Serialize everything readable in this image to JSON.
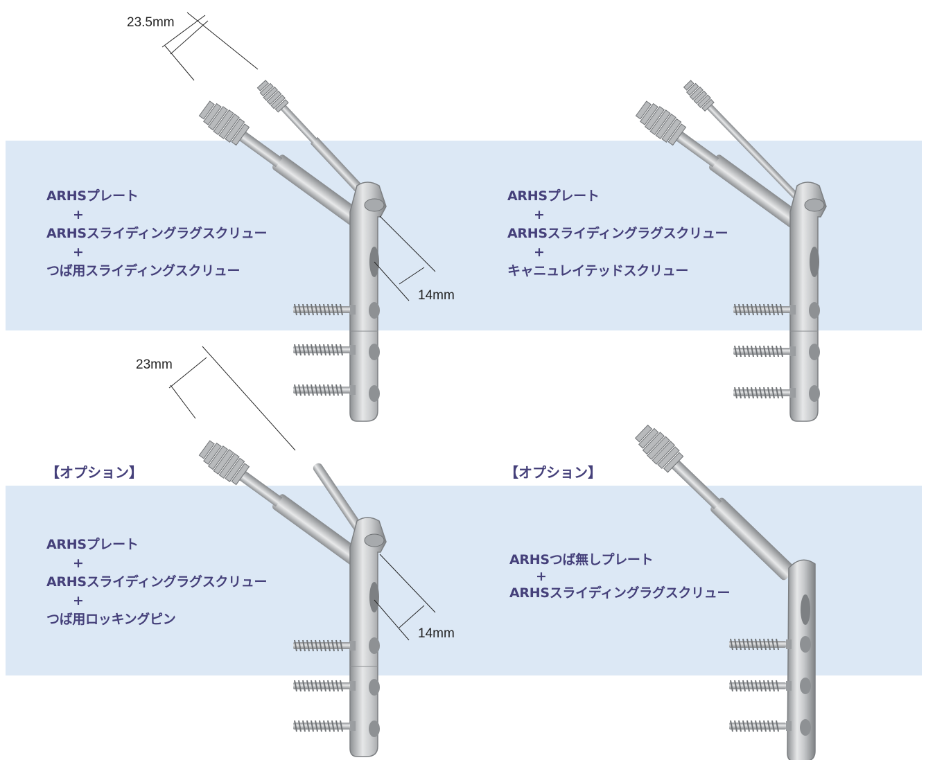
{
  "configs": [
    {
      "id": "c1",
      "lines": [
        "ARHSプレート",
        "+",
        "ARHSスライディングラグスクリュー",
        "+",
        "つば用スライディングスクリュー"
      ],
      "dims": [
        "23.5mm",
        "14mm"
      ]
    },
    {
      "id": "c2",
      "lines": [
        "ARHSプレート",
        "+",
        "ARHSスライディングラグスクリュー",
        "+",
        "キャニュレイテッドスクリュー"
      ],
      "dims": []
    },
    {
      "id": "c3",
      "option_label": "【オプション】",
      "lines": [
        "ARHSプレート",
        "+",
        "ARHSスライディングラグスクリュー",
        "+",
        "つば用ロッキングピン"
      ],
      "dims": [
        "23mm",
        "14mm"
      ]
    },
    {
      "id": "c4",
      "option_label": "【オプション】",
      "lines": [
        "ARHSつば無しプレート",
        "+",
        "ARHSスライディングラグスクリュー"
      ],
      "dims": []
    }
  ],
  "colors": {
    "band": "#dce8f5",
    "label_text": "#45407a",
    "metal": "#c9cbcd"
  }
}
